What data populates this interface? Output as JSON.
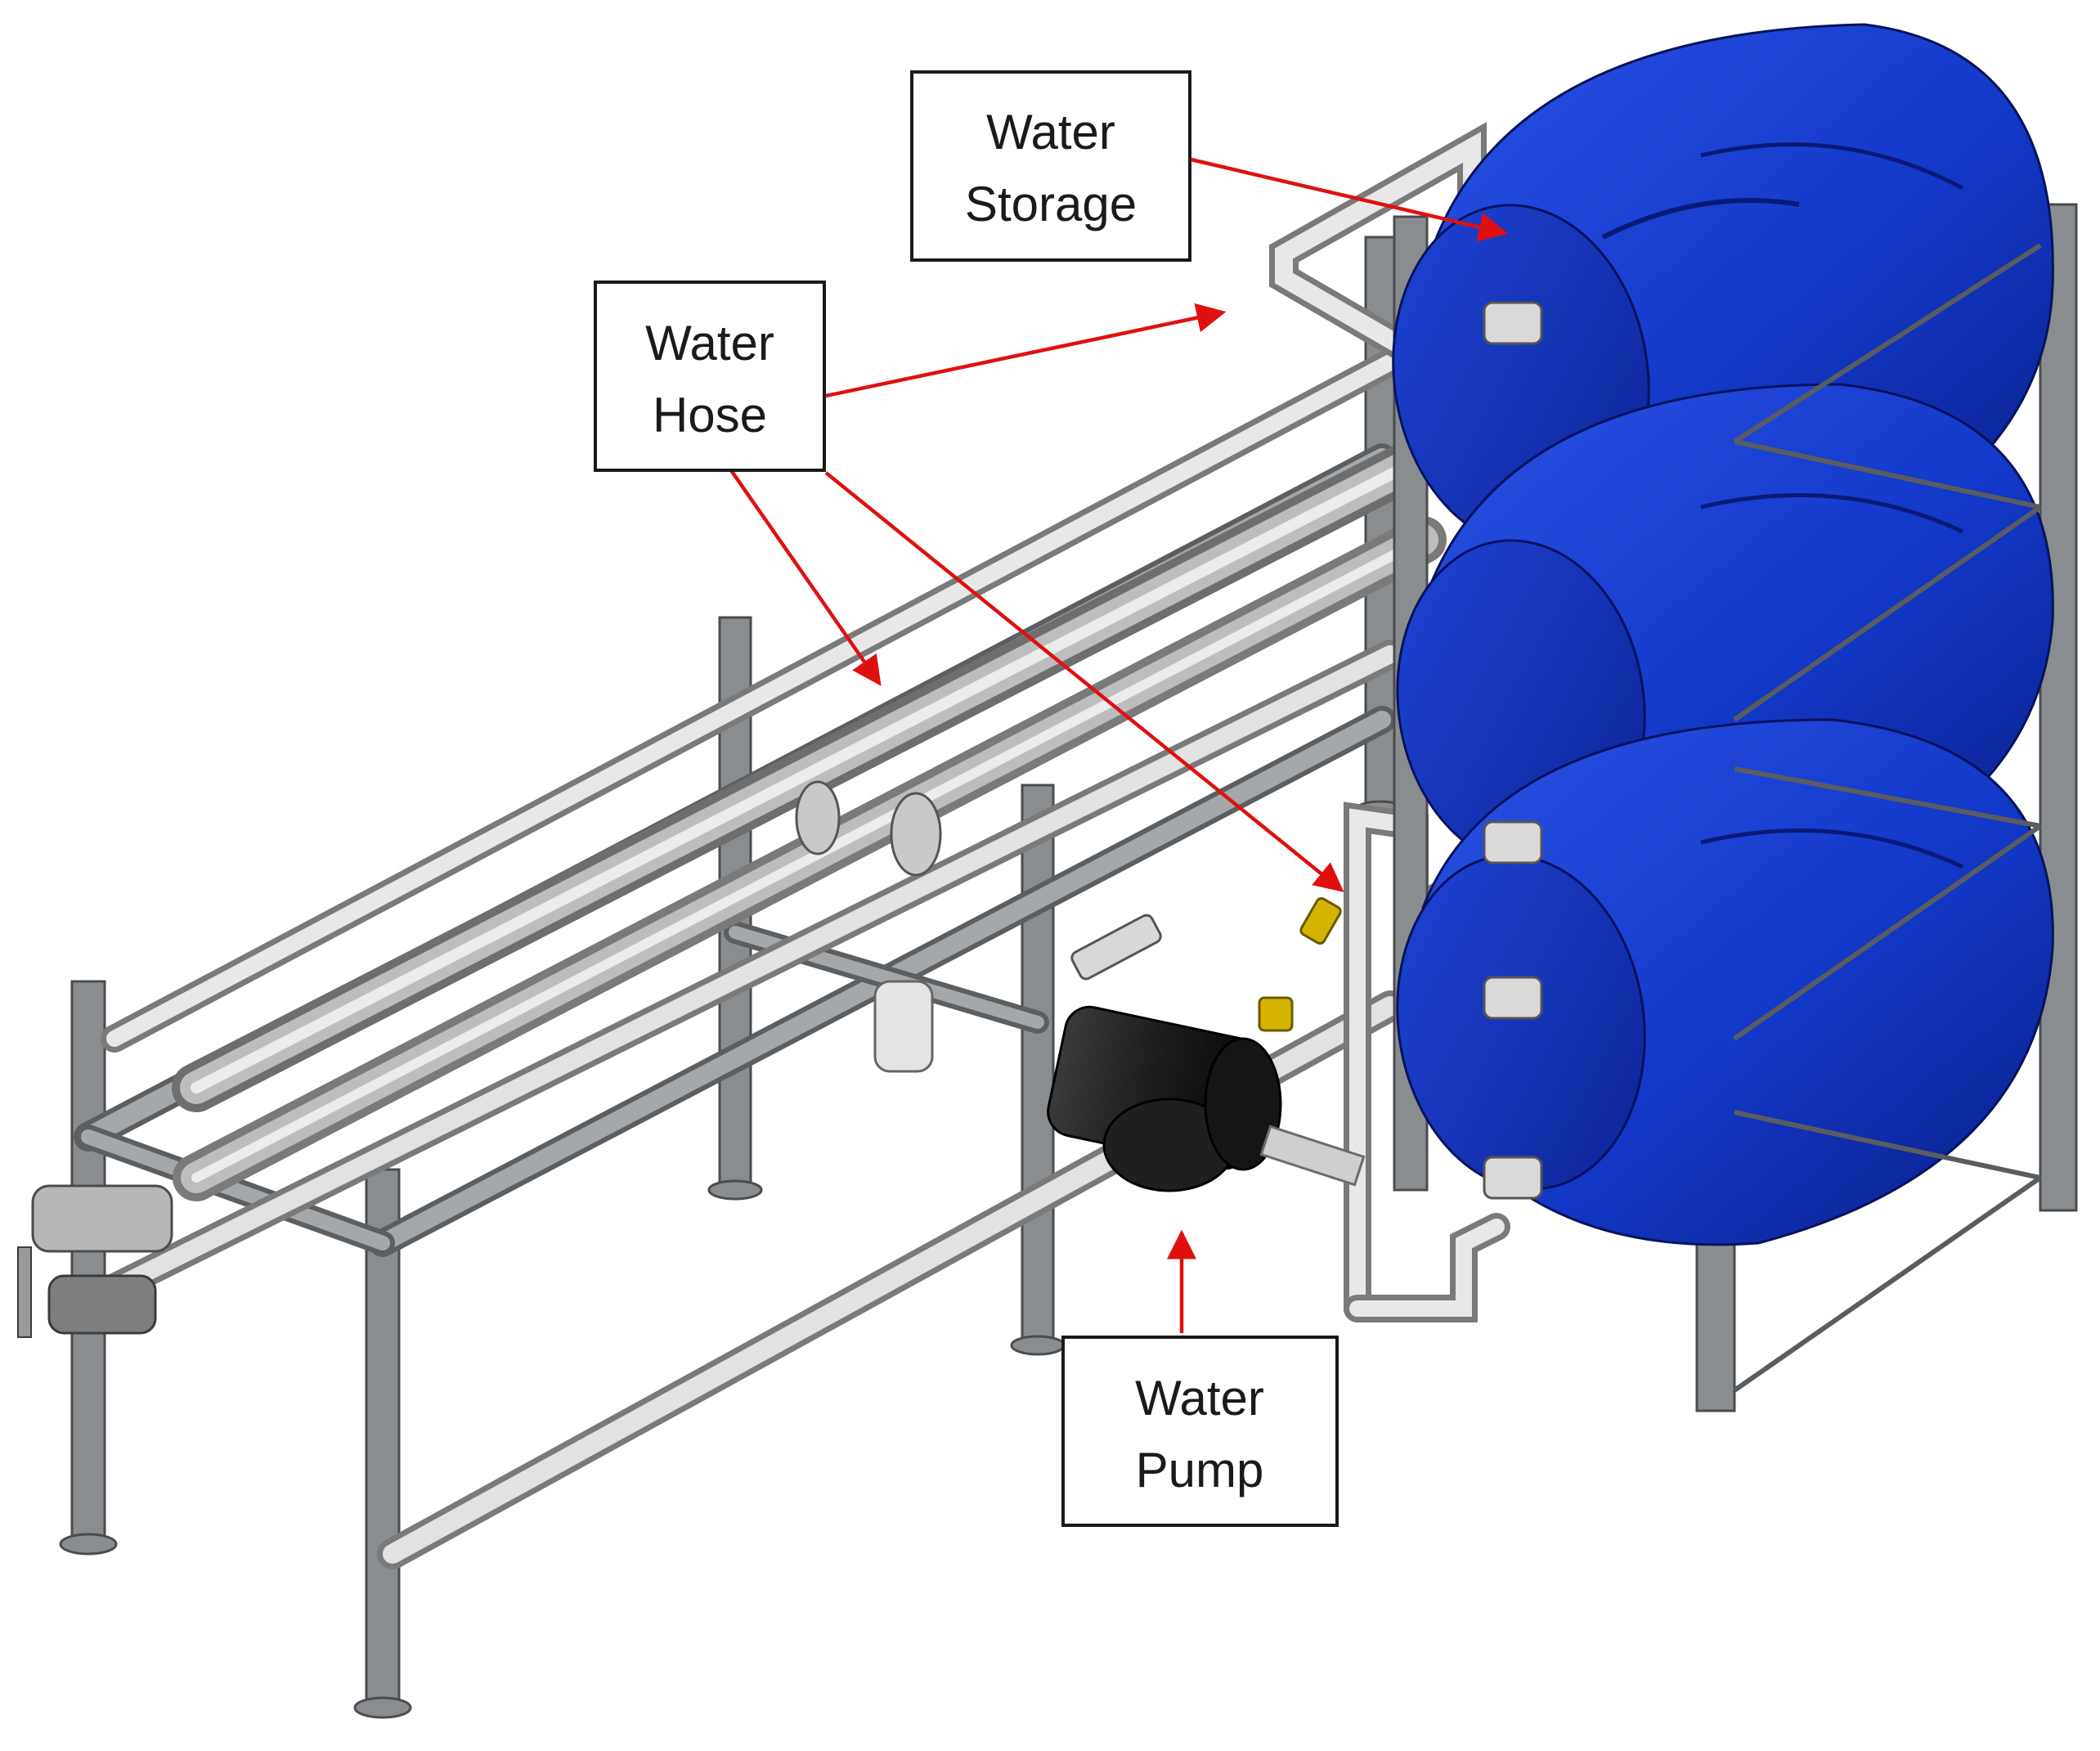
{
  "labels": {
    "water_storage": {
      "line1": "Water",
      "line2": "Storage"
    },
    "water_hose": {
      "line1": "Water",
      "line2": "Hose"
    },
    "water_pump": {
      "line1": "Water",
      "line2": "Pump"
    }
  },
  "colors": {
    "arrow": "#e01010",
    "barrel": "#1238c8",
    "barrel_dark": "#0a1f86",
    "pipe": "#d4d4d4",
    "frame": "#8a8d90",
    "pump": "#1b1b1b",
    "valve": "#d4b400"
  },
  "components": [
    "water-storage-barrels",
    "water-hose-pipes",
    "water-pump",
    "steel-frame",
    "rack"
  ]
}
